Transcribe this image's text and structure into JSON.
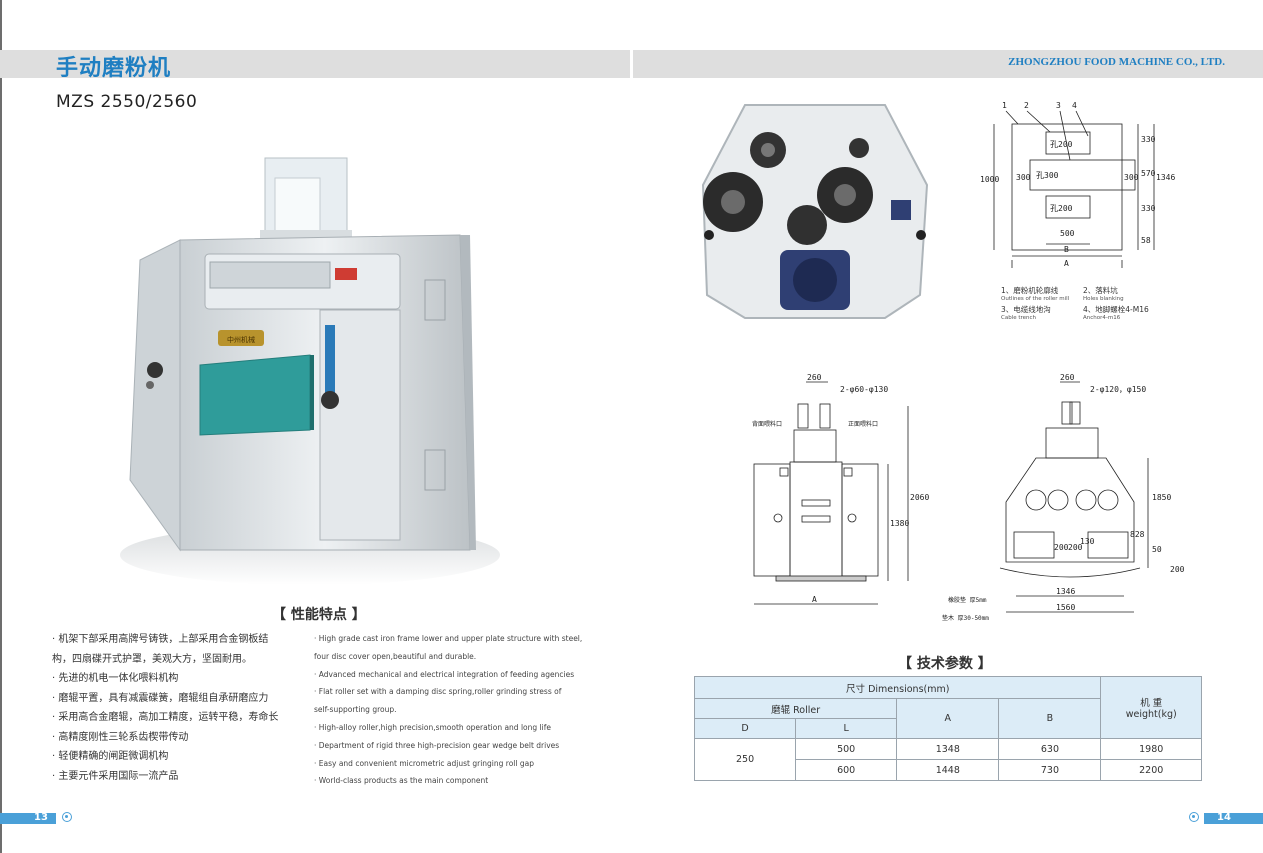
{
  "header": {
    "title_cn": "手动磨粉机",
    "company": "ZHONGZHOU FOOD MACHINE CO., LTD.",
    "model": "MZS 2550/2560"
  },
  "machine_label": "中州机械",
  "features": {
    "heading": "【 性能特点 】",
    "cn": [
      "· 机架下部采用高牌号铸铁，上部采用合金钢板结",
      "  构，四扇碟开式护罩，美观大方，坚固耐用。",
      "· 先进的机电一体化喂料机构",
      "· 磨辊平置，具有减震碟簧，磨辊组自承研磨应力",
      "· 采用高合金磨辊，高加工精度，运转平稳，寿命长",
      "· 高精度刚性三轮系齿楔带传动",
      "· 轻便精确的闸距微调机构",
      "· 主要元件采用国际一流产品"
    ],
    "en": [
      "· High grade cast iron frame lower and upper plate structure with steel,",
      "  four disc cover open,beautiful and durable.",
      "· Advanced mechanical and electrical integration of feeding agencies",
      "· Flat roller set with a damping disc spring,roller grinding stress of",
      "  self-supporting group.",
      "· High-alloy roller,high precision,smooth operation and long life",
      "· Department of rigid three high-precision gear wedge belt drives",
      "· Easy and convenient micrometric adjust gringing roll gap",
      "· World-class products as the main component"
    ]
  },
  "plan_drawing": {
    "callouts": [
      "1",
      "2",
      "3",
      "4"
    ],
    "boxes": [
      "孔200",
      "孔300",
      "孔200"
    ],
    "dims": {
      "d330a": "330",
      "d570": "570",
      "d330b": "330",
      "d1346": "1346",
      "d58": "58",
      "d1000": "1000",
      "d300l": "300",
      "d300r": "300",
      "d500": "500",
      "B": "B",
      "A": "A"
    },
    "legend": [
      {
        "cn": "1、磨粉机轮廓线",
        "en": "Outlines of the roller mill"
      },
      {
        "cn": "2、落料坑",
        "en": "Holes blanking"
      },
      {
        "cn": "3、电缆线地沟",
        "en": "Cable trench"
      },
      {
        "cn": "4、地脚螺栓4-M16",
        "en": "Anchor4-m16"
      }
    ]
  },
  "front_drawing": {
    "top_dim": "260",
    "ports": "2-φ60-φ130",
    "label_left": "背面喂料口",
    "label_right": "正面喂料口",
    "h2060": "2060",
    "h1380": "1380",
    "A": "A"
  },
  "side_drawing": {
    "top_dim": "260",
    "ports": "2-φ120，φ150",
    "h1850": "1850",
    "h828": "828",
    "h50": "50",
    "h200": "200",
    "d200a": "200",
    "d200b": "200",
    "d130": "130",
    "w1346": "1346",
    "w1560": "1560",
    "note1": "橡胶垫 厚5mm",
    "note2": "垫木 厚30-50mm"
  },
  "spec": {
    "heading": "【 技术参数 】",
    "dimensions_header": "尺寸 Dimensions(mm)",
    "roller_header": "磨辊 Roller",
    "weight_header_cn": "机 重",
    "weight_header_en": "weight(kg)",
    "col_D": "D",
    "col_L": "L",
    "col_A": "A",
    "col_B": "B",
    "rows": [
      {
        "D": "250",
        "L": "500",
        "A": "1348",
        "B": "630",
        "weight": "1980"
      },
      {
        "L": "600",
        "A": "1448",
        "B": "730",
        "weight": "2200"
      }
    ]
  },
  "page_numbers": {
    "left": "13",
    "right": "14"
  },
  "colors": {
    "accent": "#1f7fc2",
    "band": "#dedede",
    "table_header": "#dcecf7",
    "machine_teal": "#2f9c9a"
  }
}
